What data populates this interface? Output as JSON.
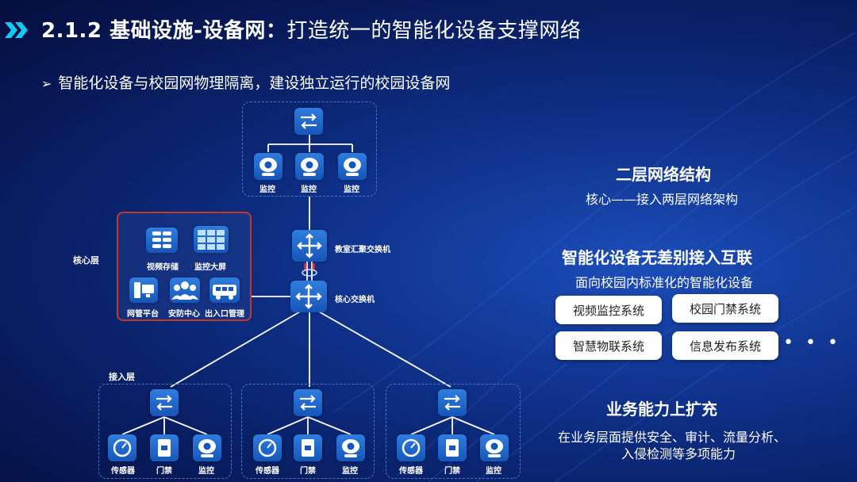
{
  "header": {
    "number": "2.1.2",
    "title": "基础设施-设备网：",
    "subtitle": "打造统一的智能化设备支撑网络"
  },
  "bullet": {
    "text": "智能化设备与校园网物理隔离，建设独立运行的校园设备网"
  },
  "diagram": {
    "top_group": {
      "devices": [
        "监控",
        "监控",
        "监控"
      ]
    },
    "aggregation_switch": "教室汇聚交换机",
    "core_switch": "核心交换机",
    "core_layer_label": "核心层",
    "core_services": [
      "视频存储",
      "监控大屏",
      "网管平台",
      "安防中心",
      "出入口管理"
    ],
    "access_layer_label": "接入层",
    "access_groups": [
      {
        "devices": [
          "传感器",
          "门禁",
          "监控"
        ]
      },
      {
        "devices": [
          "传感器",
          "门禁",
          "监控"
        ]
      },
      {
        "devices": [
          "传感器",
          "门禁",
          "监控"
        ]
      }
    ]
  },
  "right_panel": {
    "section1": {
      "heading": "二层网络结构",
      "text": "核心——接入两层网络架构"
    },
    "section2": {
      "heading": "智能化设备无差别接入互联",
      "text": "面向校园内标准化的智能化设备"
    },
    "systems": [
      "视频监控系统",
      "校园门禁系统",
      "智慧物联系统",
      "信息发布系统"
    ],
    "more": "• • •",
    "section3": {
      "heading": "业务能力上扩充",
      "text_line1": "在业务层面提供安全、审计、流量分析、",
      "text_line2": "入侵检测等多项能力"
    }
  },
  "colors": {
    "accent_cyan": "#19c6f2",
    "core_border": "#c0392b",
    "device_blue": "#2f7de0"
  }
}
